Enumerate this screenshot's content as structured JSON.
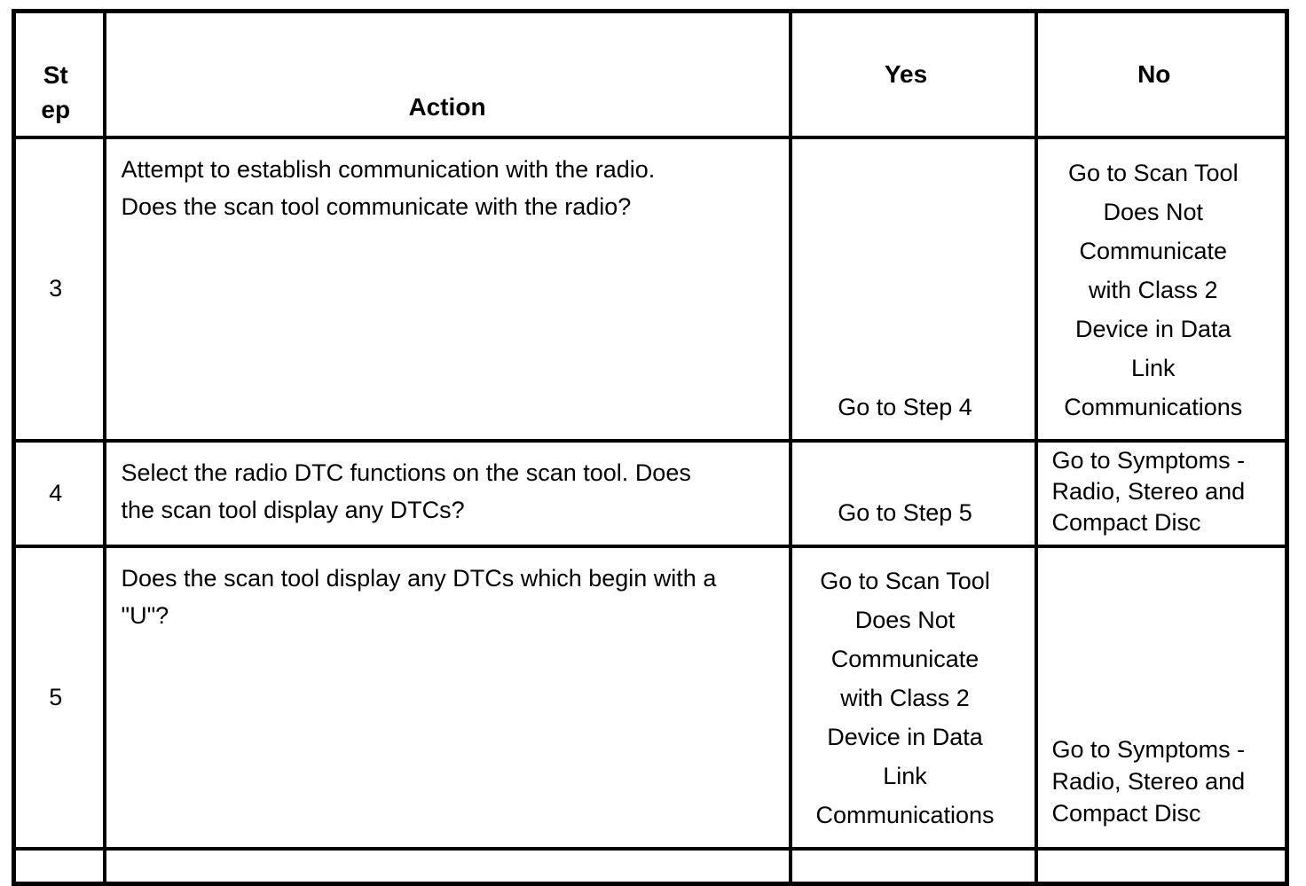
{
  "table": {
    "header": {
      "step_lines": [
        "St",
        "ep"
      ],
      "action": "Action",
      "yes": "Yes",
      "no": "No"
    },
    "rows": [
      {
        "step": "3",
        "action": {
          "lines": [
            "Attempt to establish communication with the radio.",
            "Does the scan tool communicate with the radio?"
          ]
        },
        "yes": {
          "lines": [
            "Go to Step 4"
          ]
        },
        "no": {
          "lines": [
            "Go to Scan Tool",
            "Does Not",
            "Communicate",
            "with Class 2",
            "Device in Data",
            "Link",
            "Communications"
          ]
        }
      },
      {
        "step": "4",
        "action": {
          "lines": [
            "Select the radio DTC functions on the scan tool. Does",
            "the scan tool display any DTCs?"
          ]
        },
        "yes": {
          "lines": [
            "Go to Step 5"
          ]
        },
        "no": {
          "lines": [
            "Go to Symptoms -",
            "Radio, Stereo and",
            "Compact Disc"
          ]
        }
      },
      {
        "step": "5",
        "action": {
          "lines": [
            "Does the scan tool display any DTCs which begin with a",
            "\"U\"?"
          ]
        },
        "yes": {
          "lines": [
            "Go to Scan Tool",
            "Does Not",
            "Communicate",
            "with Class 2",
            "Device in Data",
            "Link",
            "Communications"
          ]
        },
        "no": {
          "lines": [
            "Go to Symptoms -",
            "Radio, Stereo and",
            "Compact Disc"
          ]
        }
      }
    ]
  }
}
